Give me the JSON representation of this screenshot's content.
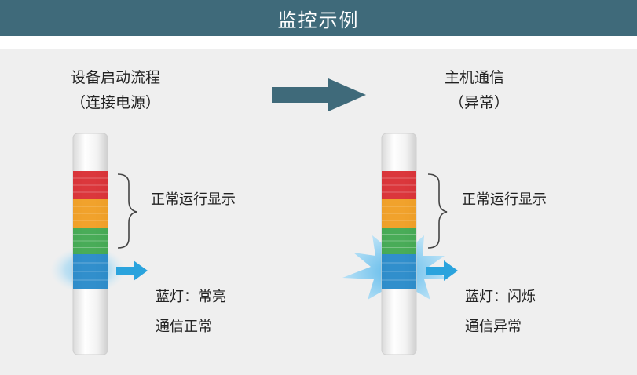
{
  "header": {
    "title": "监控示例"
  },
  "left": {
    "title_line1": "设备启动流程",
    "title_line2": "（连接电源）",
    "bracket_text": "正常运行显示",
    "blue_state": "蓝灯：常亮",
    "status": "通信正常"
  },
  "right": {
    "title_line1": "主机通信",
    "title_line2": "（异常）",
    "bracket_text": "正常运行显示",
    "blue_state": "蓝灯：闪烁",
    "status": "通信异常"
  },
  "colors": {
    "header_bg": "#3f6a7a",
    "panel_bg": "#efefef",
    "arrow_main": "#3f6a7a",
    "arrow_blue": "#2aa3dd",
    "red": "#d8262b",
    "orange": "#f09a1a",
    "green": "#3aa54a",
    "blue": "#1f86c8"
  },
  "icons": [
    "process-arrow-icon",
    "pointer-arrow-icon",
    "bracket-icon",
    "glow-icon",
    "flash-burst-icon",
    "signal-tower-icon"
  ]
}
